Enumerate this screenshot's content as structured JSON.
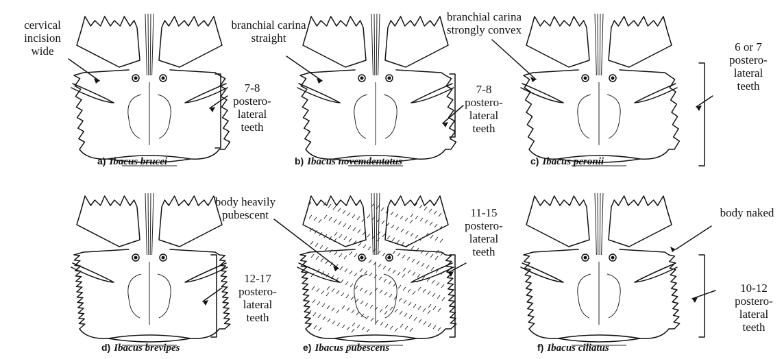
{
  "figure": {
    "panels": [
      {
        "id": "a",
        "letter": "a)",
        "name": "Ibacus brucei",
        "notes": {
          "feature": [
            "cervical",
            "incision",
            "wide"
          ],
          "teeth": [
            "7-8",
            "postero-",
            "lateral",
            "teeth"
          ]
        }
      },
      {
        "id": "b",
        "letter": "b)",
        "name": "Ibacus novemdentatus",
        "notes": {
          "feature": [
            "branchial carina",
            "straight"
          ],
          "teeth": [
            "7-8",
            "postero-",
            "lateral",
            "teeth"
          ]
        }
      },
      {
        "id": "c",
        "letter": "c)",
        "name": "Ibacus peronii",
        "notes": {
          "feature": [
            "branchial carina",
            "strongly convex"
          ],
          "teeth": [
            "6 or 7",
            "postero-",
            "lateral",
            "teeth"
          ]
        }
      },
      {
        "id": "d",
        "letter": "d)",
        "name": "Ibacus brevipes",
        "notes": {
          "feature": [],
          "teeth": [
            "12-17",
            "postero-",
            "lateral",
            "teeth"
          ]
        }
      },
      {
        "id": "e",
        "letter": "e)",
        "name": "Ibacus pubescens",
        "notes": {
          "feature": [
            "body heavily",
            "pubescent"
          ],
          "teeth": [
            "11-15",
            "postero-",
            "lateral",
            "teeth"
          ]
        }
      },
      {
        "id": "f",
        "letter": "f)",
        "name": "Ibacus ciliatus",
        "notes": {
          "feature": [
            "body naked"
          ],
          "teeth": [
            "10-12",
            "postero-",
            "lateral",
            "teeth"
          ]
        }
      }
    ]
  }
}
